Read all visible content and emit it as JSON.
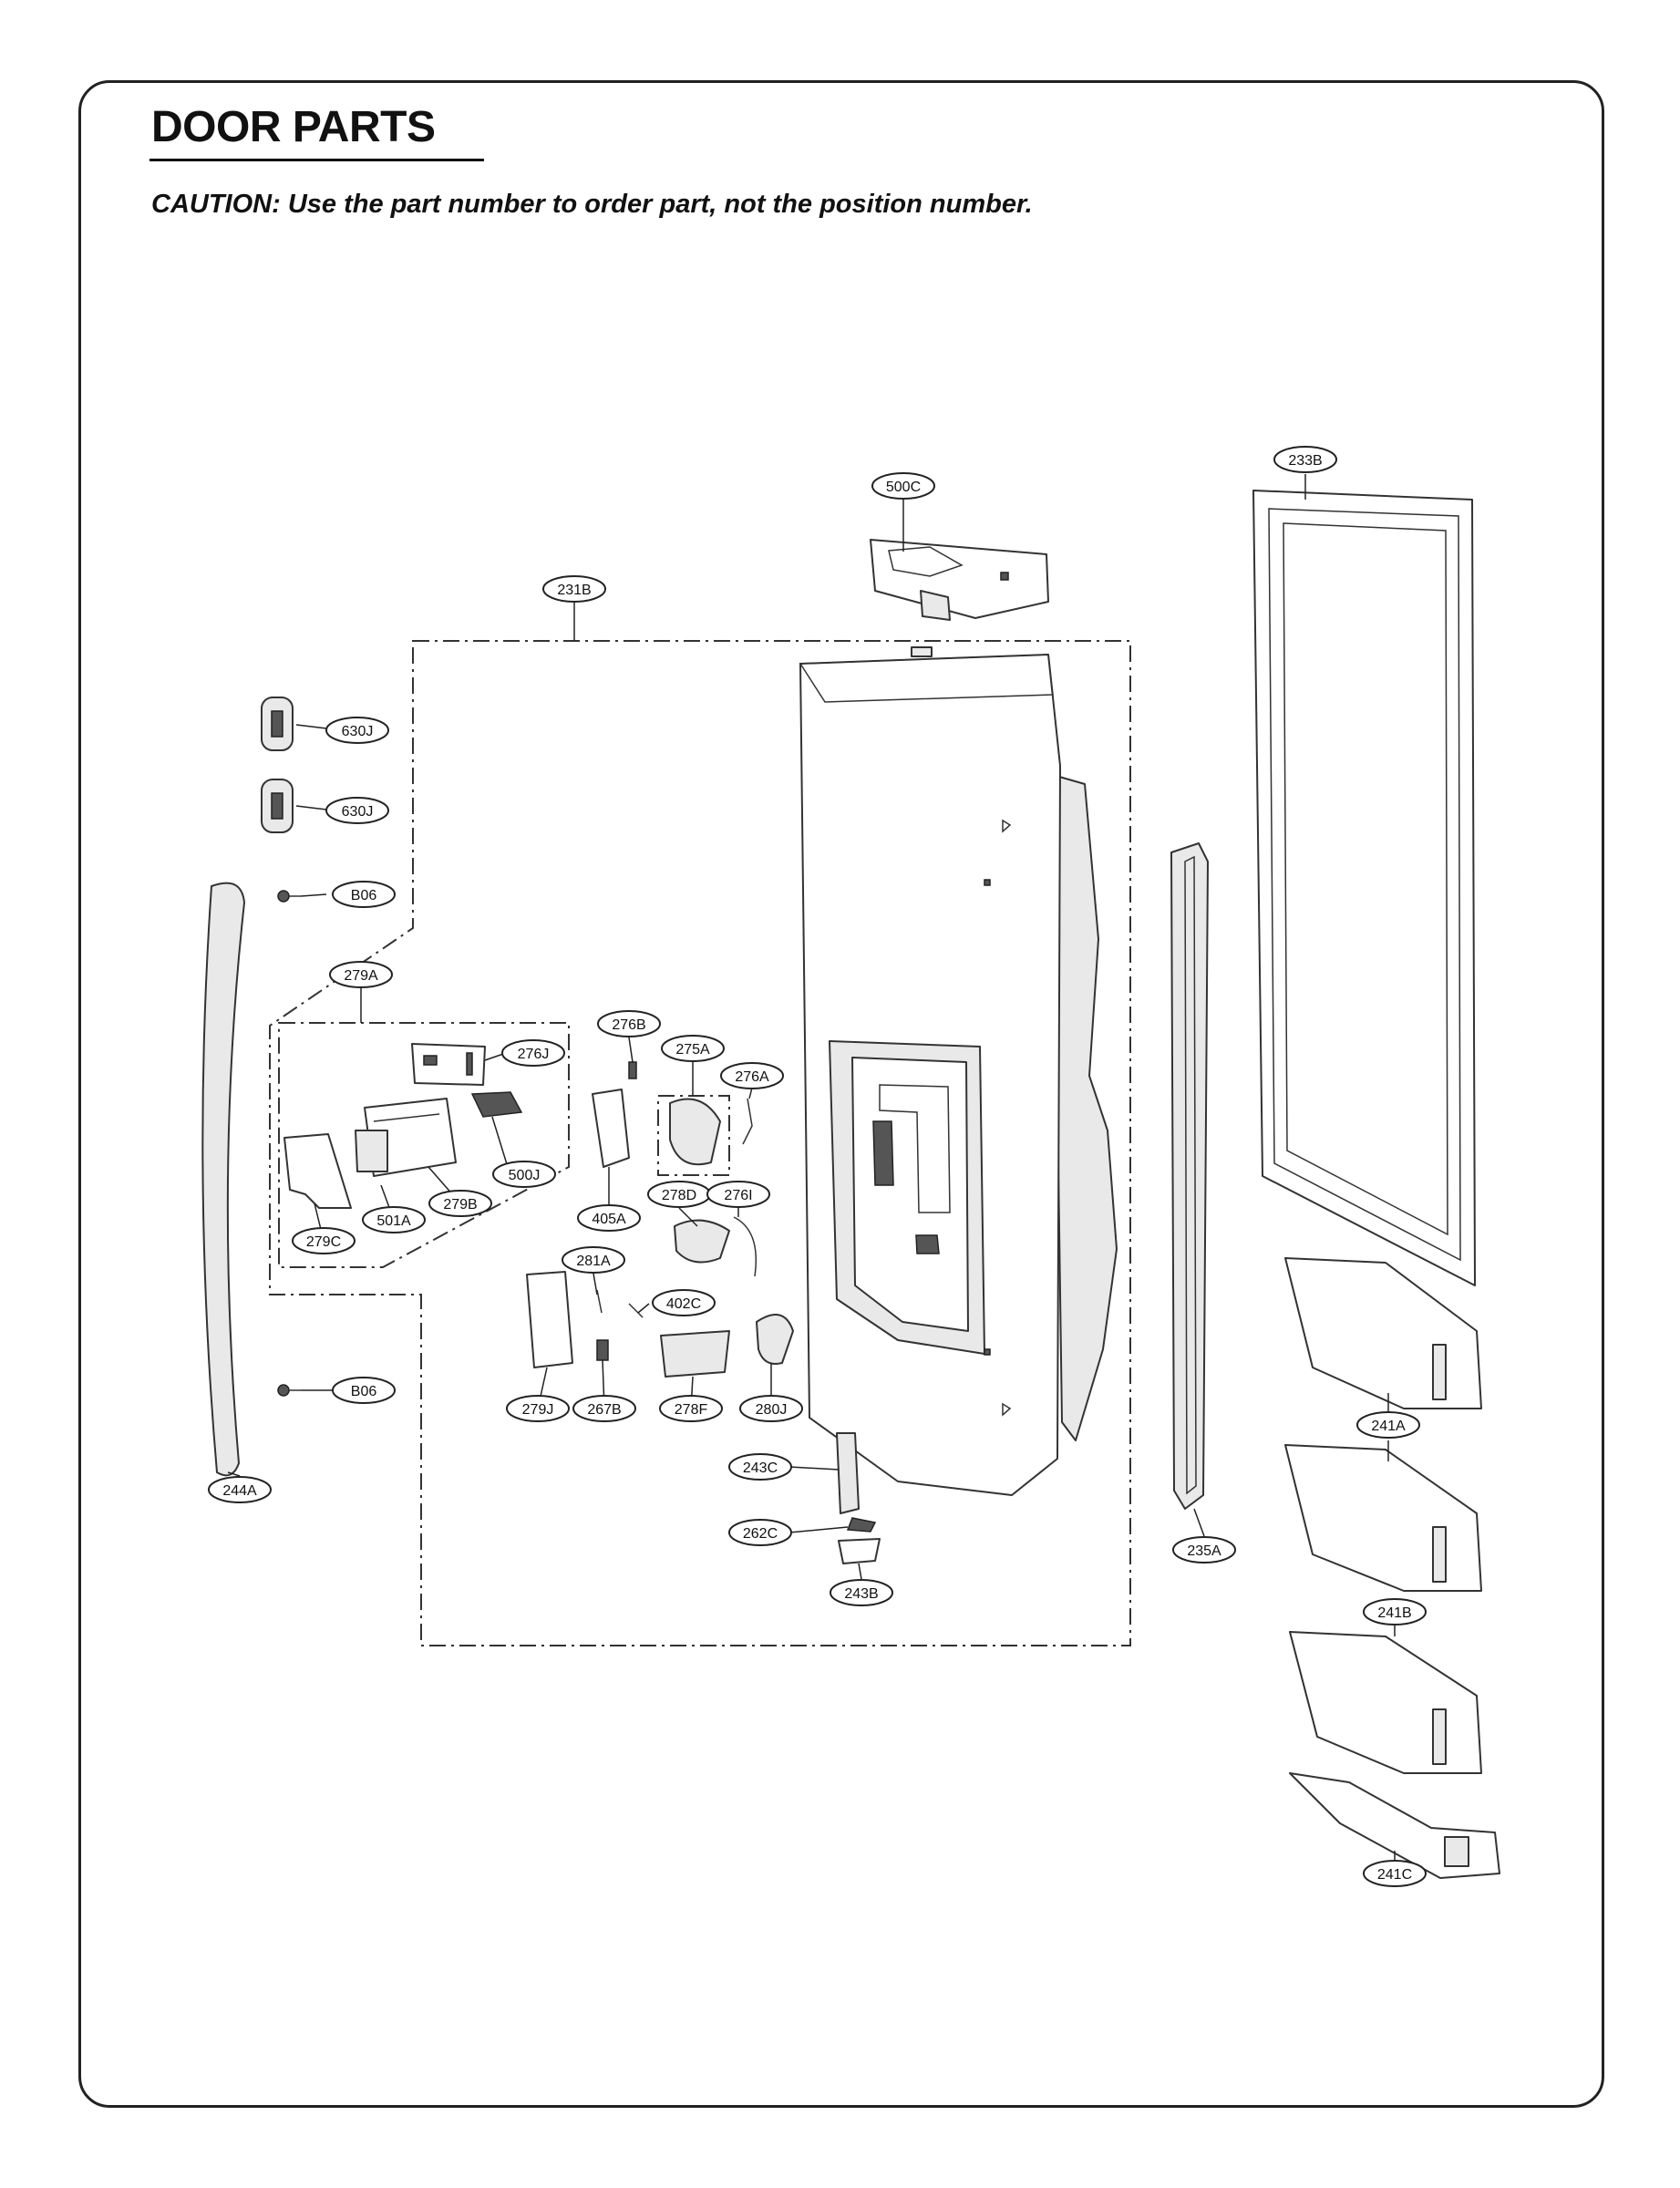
{
  "page": {
    "title": "DOOR PARTS",
    "caution": "CAUTION: Use the part number to order part, not the position number."
  },
  "diagram": {
    "callouts": [
      {
        "id": "c-233b",
        "label": "233B"
      },
      {
        "id": "c-500c",
        "label": "500C"
      },
      {
        "id": "c-231b",
        "label": "231B"
      },
      {
        "id": "c-630j-1",
        "label": "630J"
      },
      {
        "id": "c-630j-2",
        "label": "630J"
      },
      {
        "id": "c-b06-1",
        "label": "B06"
      },
      {
        "id": "c-279a",
        "label": "279A"
      },
      {
        "id": "c-276j",
        "label": "276J"
      },
      {
        "id": "c-500j",
        "label": "500J"
      },
      {
        "id": "c-279b",
        "label": "279B"
      },
      {
        "id": "c-501a",
        "label": "501A"
      },
      {
        "id": "c-279c",
        "label": "279C"
      },
      {
        "id": "c-276b",
        "label": "276B"
      },
      {
        "id": "c-275a",
        "label": "275A"
      },
      {
        "id": "c-276a",
        "label": "276A"
      },
      {
        "id": "c-405a",
        "label": "405A"
      },
      {
        "id": "c-278d",
        "label": "278D"
      },
      {
        "id": "c-276i",
        "label": "276I"
      },
      {
        "id": "c-281a",
        "label": "281A"
      },
      {
        "id": "c-402c",
        "label": "402C"
      },
      {
        "id": "c-279j",
        "label": "279J"
      },
      {
        "id": "c-267b",
        "label": "267B"
      },
      {
        "id": "c-278f",
        "label": "278F"
      },
      {
        "id": "c-280j",
        "label": "280J"
      },
      {
        "id": "c-b06-2",
        "label": "B06"
      },
      {
        "id": "c-244a",
        "label": "244A"
      },
      {
        "id": "c-243c",
        "label": "243C"
      },
      {
        "id": "c-262c",
        "label": "262C"
      },
      {
        "id": "c-243b",
        "label": "243B"
      },
      {
        "id": "c-235a",
        "label": "235A"
      },
      {
        "id": "c-241a",
        "label": "241A"
      },
      {
        "id": "c-241b",
        "label": "241B"
      },
      {
        "id": "c-241c",
        "label": "241C"
      }
    ]
  }
}
